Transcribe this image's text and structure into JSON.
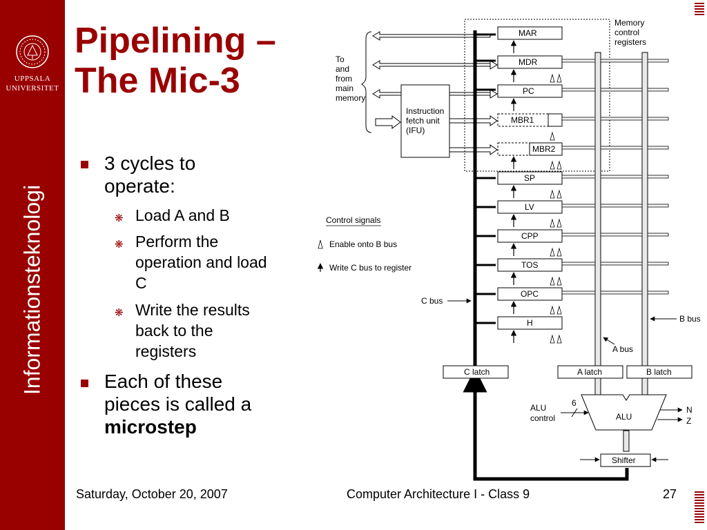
{
  "sidebar": {
    "university_line1": "UPPSALA",
    "university_line2": "UNIVERSITET",
    "vertical_text": "Informationsteknologi",
    "brand_color": "#990000"
  },
  "slide": {
    "title_line1": "Pipelining –",
    "title_line2": "The Mic-3",
    "bullet1_line1": "3 cycles to",
    "bullet1_line2": "operate:",
    "sub1": "Load A and B",
    "sub2_line1": "Perform the",
    "sub2_line2": "operation and load",
    "sub2_line3": "C",
    "sub3_line1": "Write the results",
    "sub3_line2": "back to the",
    "sub3_line3": "registers",
    "bullet2_line1": "Each of these",
    "bullet2_line2": "pieces is called a",
    "bullet2_bold": "microstep"
  },
  "footer": {
    "date": "Saturday, October 20, 2007",
    "course": "Computer Architecture I - Class 9",
    "page": "27"
  },
  "diagram": {
    "registers": [
      "MAR",
      "MDR",
      "PC",
      "MBR1",
      "MBR2",
      "SP",
      "LV",
      "CPP",
      "TOS",
      "OPC",
      "H"
    ],
    "memory_label": [
      "Memory",
      "control",
      "registers"
    ],
    "to_from_label": [
      "To",
      "and",
      "from",
      "main",
      "memory"
    ],
    "ifu_label": [
      "Instruction",
      "fetch unit",
      "(IFU)"
    ],
    "legend_title": "Control signals",
    "legend_enable": "Enable onto B bus",
    "legend_write": "Write C bus to register",
    "c_bus": "C bus",
    "b_bus": "B bus",
    "a_bus": "A bus",
    "c_latch": "C latch",
    "a_latch": "A latch",
    "b_latch": "B latch",
    "alu": "ALU",
    "alu_control": [
      "ALU",
      "control"
    ],
    "alu_control_width": "6",
    "n_flag": "N",
    "z_flag": "Z",
    "shifter": "Shifter"
  }
}
